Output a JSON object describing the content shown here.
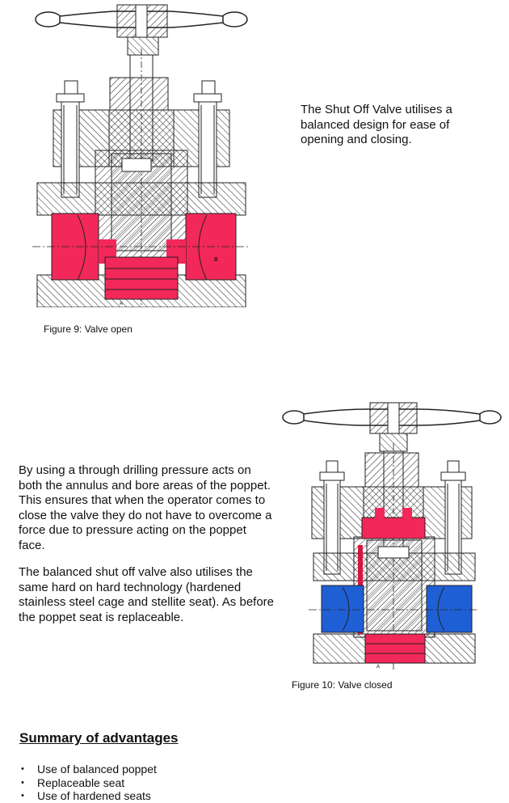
{
  "figure9": {
    "caption": "Figure 9: Valve open",
    "labels": {
      "a": "A",
      "b": "B"
    }
  },
  "intro": {
    "text": "The Shut Off Valve utilises a balanced design for ease of opening and closing."
  },
  "middle": {
    "paragraph1": "By using a through drilling pressure acts on both the annulus and bore areas of the poppet. This ensures that when the operator comes to close the valve they do not have to overcome a force due to pressure acting on the poppet face.",
    "paragraph2": "The balanced shut off valve also utilises the same hard on hard technology (hardened stainless steel cage and stellite seat). As before the poppet seat is replaceable."
  },
  "figure10": {
    "caption": "Figure 10: Valve closed",
    "labels": {
      "a": "A"
    }
  },
  "summary": {
    "title": "Summary of advantages",
    "items": [
      "Use of balanced poppet",
      "Replaceable seat",
      "Use of hardened seats"
    ]
  },
  "colors": {
    "inlet_pressure": "#f2285a",
    "outlet_flow": "#1f5fd6",
    "hatch": "#222222"
  }
}
